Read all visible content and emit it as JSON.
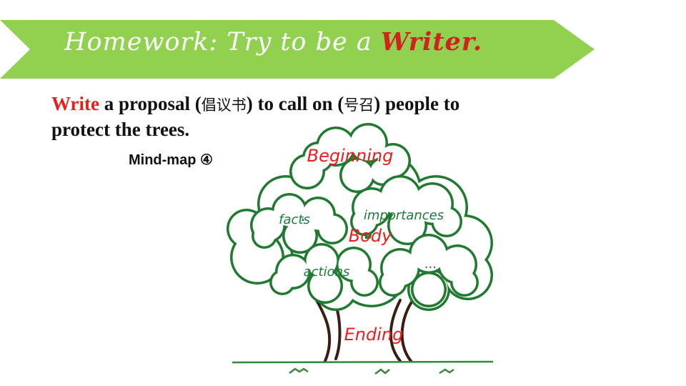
{
  "banner": {
    "title_prefix": "Homework: Try to be a ",
    "title_highlight": "Writer.",
    "color": "#92D050"
  },
  "instruction": {
    "highlight": "Write",
    "part1": " a proposal (",
    "cn1": "倡议书",
    "part2": ")  to call on (",
    "cn2": "号召",
    "part3": ") people  to",
    "line2": "protect the trees."
  },
  "mindmap": {
    "label": "Mind-map ④",
    "nodes": {
      "beginning": "Beginning",
      "facts": "facts",
      "importances": "importances",
      "body": "Body",
      "actions": "actions",
      "more": "...",
      "ending": "Ending"
    }
  }
}
